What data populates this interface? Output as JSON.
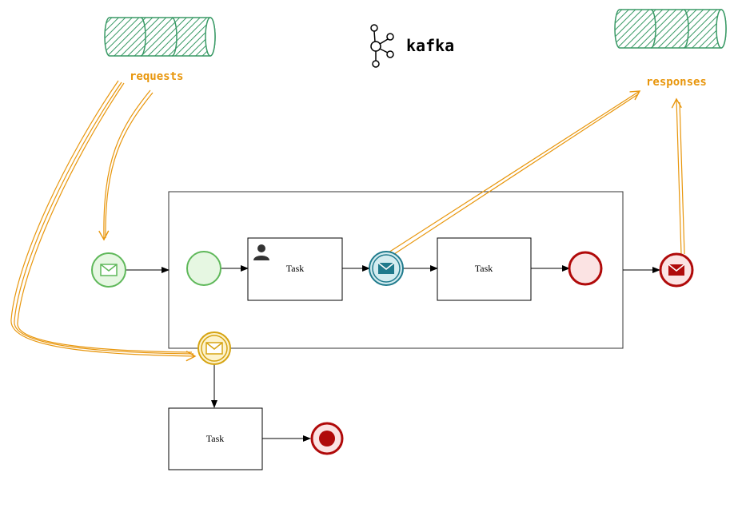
{
  "logo": {
    "text": "kafka",
    "icon": "kafka-logo-icon"
  },
  "topics": {
    "requests": {
      "label": "requests",
      "icon": "queue-cylinder-icon"
    },
    "responses": {
      "label": "responses",
      "icon": "queue-cylinder-icon"
    }
  },
  "tasks": {
    "user_task": "Task",
    "task2": "Task",
    "boundary_task": "Task"
  },
  "icons": {
    "start_message": "envelope-icon",
    "intermediate_send": "envelope-filled-icon",
    "boundary_message": "envelope-icon",
    "end_message": "envelope-filled-icon",
    "user_task": "user-icon"
  },
  "colors": {
    "annotation": "#e8960c",
    "topic": "#3a9a66",
    "start_stroke": "#5fb85a",
    "start_fill": "#e6f7e2",
    "end_stroke": "#b00a0a",
    "end_fill": "#fbe3e3",
    "intermediate_stroke": "#1f7a8c",
    "intermediate_fill": "#d3ecf0",
    "boundary_stroke": "#d6a413",
    "boundary_fill": "#fdf3cc"
  }
}
